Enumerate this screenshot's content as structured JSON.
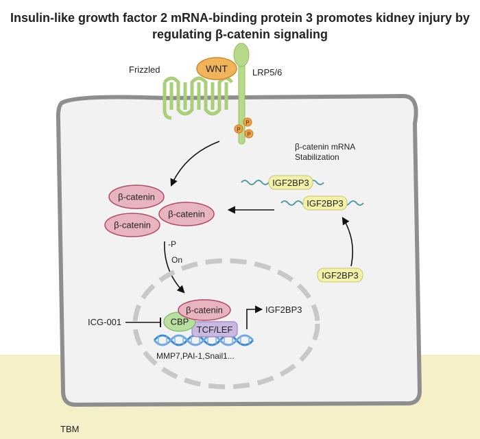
{
  "title": {
    "line1": "Insulin-like growth factor 2 mRNA-binding protein 3 promotes kidney injury by",
    "line2": "regulating β-catenin signaling"
  },
  "receptors": {
    "frizzled": "Frizzled",
    "wnt": "WNT",
    "lrp": "LRP5/6",
    "phospho": "P"
  },
  "cytoplasm": {
    "beta_catenin_1": "β-catenin",
    "beta_catenin_2": "β-catenin",
    "beta_catenin_3": "β-catenin",
    "minus_p": "-P",
    "on": "On",
    "mrna_label_line1": "β-catenin mRNA",
    "mrna_label_line2": "Stabilization",
    "igf2bp3_mrna_1": "IGF2BP3",
    "igf2bp3_mrna_2": "IGF2BP3",
    "igf2bp3_free": "IGF2BP3"
  },
  "nucleus": {
    "beta_catenin": "β-catenin",
    "cbp": "CBP",
    "tcf_lef": "TCF/LEF",
    "targets": "MMP7,PAI-1,Snail1...",
    "igf2bp3_gene": "IGF2BP3"
  },
  "inhibitor": "ICG-001",
  "tbm": "TBM",
  "colors": {
    "membrane": "#8e8e8e",
    "cell_fill": "#f2f2f2",
    "tbm_fill": "#f5f0c8",
    "receptor_green": "#b9d98a",
    "wnt_orange": "#f0b45a",
    "catenin_fill": "#e8b4c0",
    "catenin_stroke": "#b04a65",
    "igf_fill": "#f4f2a8",
    "cbp_fill": "#b8dfa0",
    "tcf_fill": "#c9b8e0",
    "dna_blue": "#3e8ad6"
  }
}
